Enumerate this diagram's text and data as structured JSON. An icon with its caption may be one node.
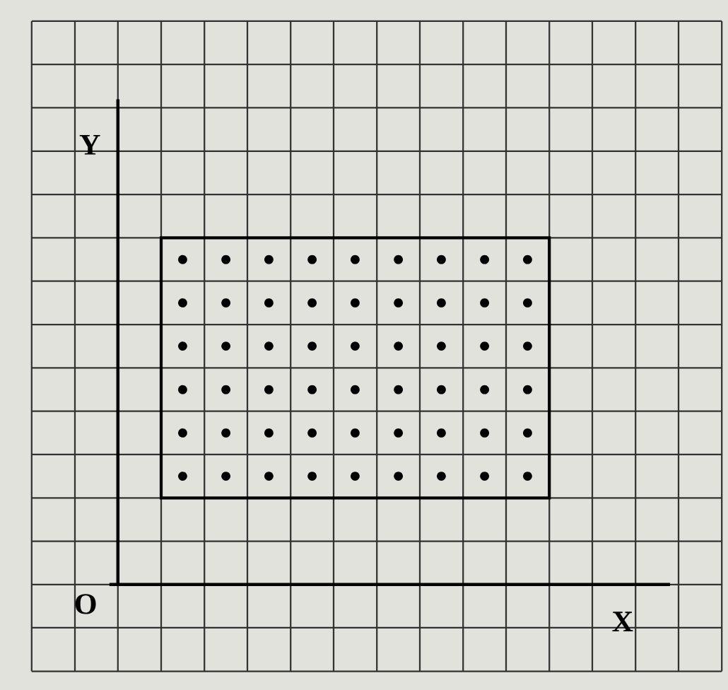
{
  "diagram": {
    "labels": [
      "Y",
      "O",
      "X"
    ]
  }
}
